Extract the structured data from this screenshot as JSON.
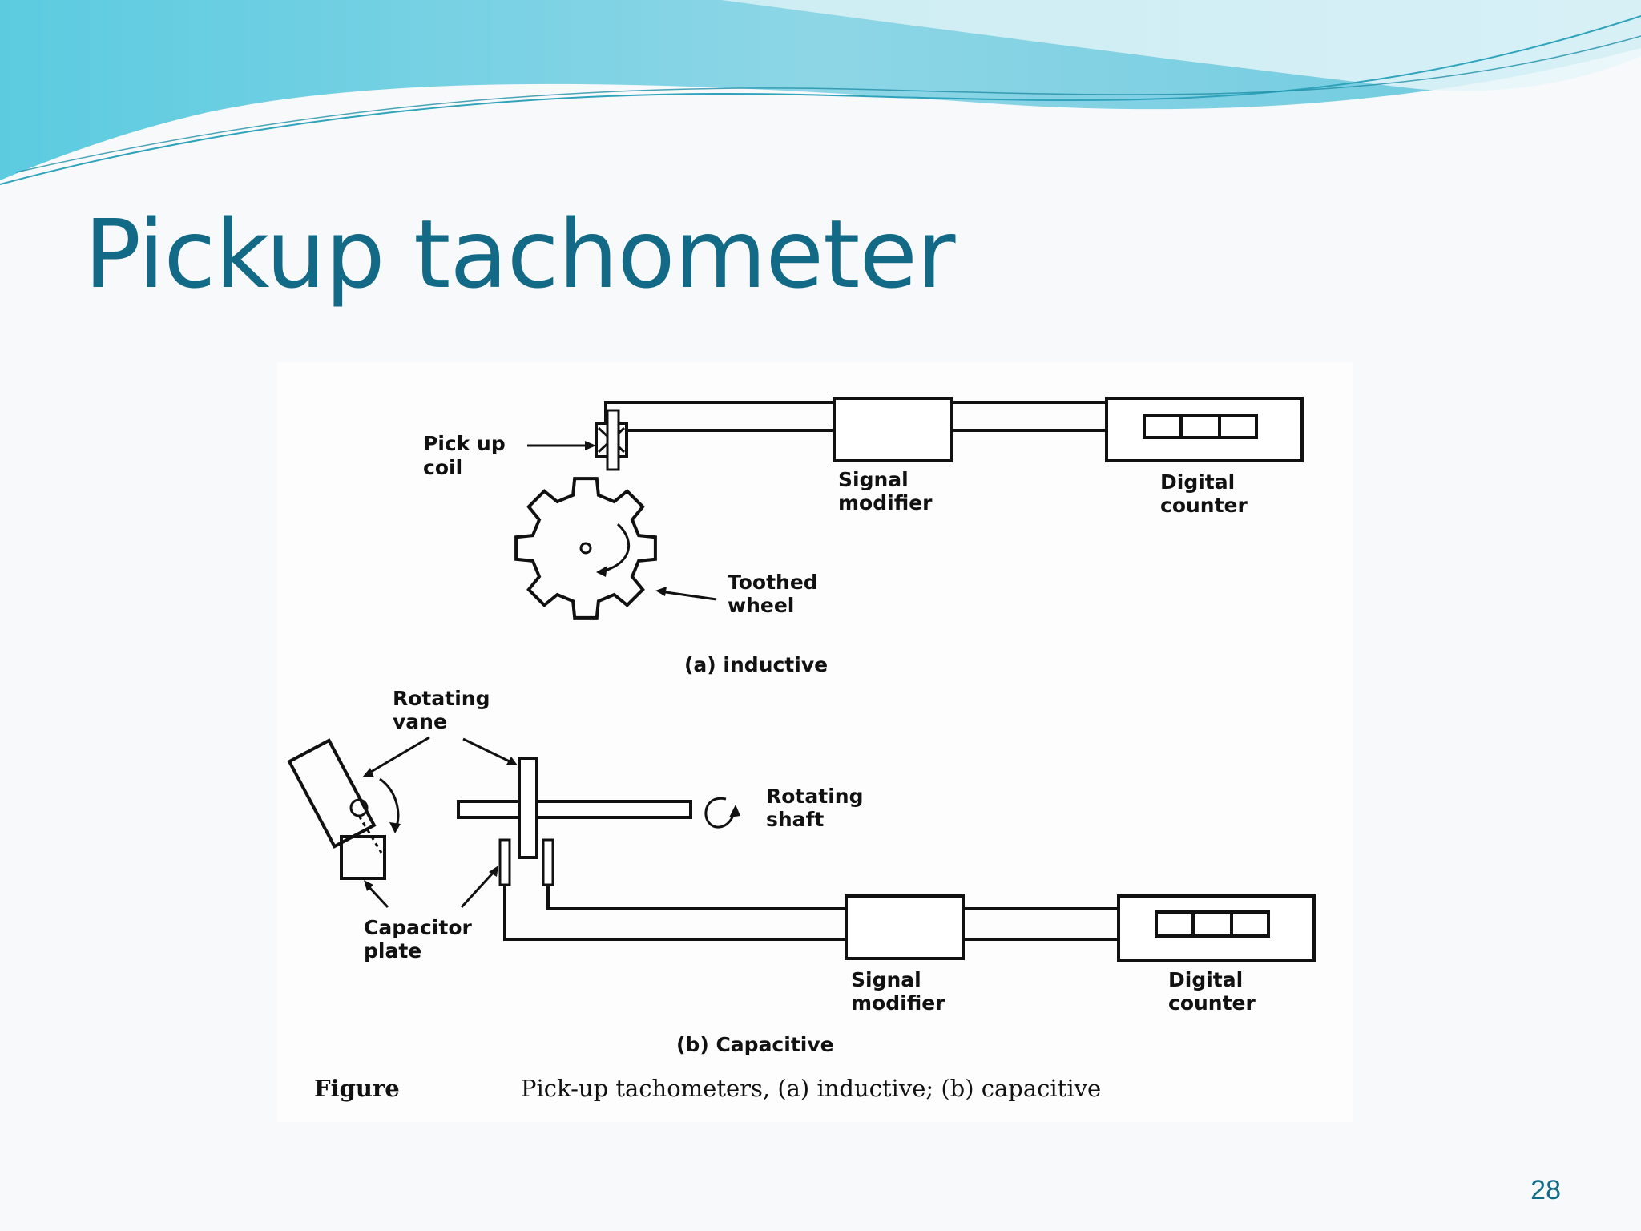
{
  "slide": {
    "title": "Pickup tachometer",
    "number": "28",
    "accent_color": "#136a86",
    "banner_colors": [
      "#6dd0e2",
      "#9fdbe6",
      "#2a9fb8"
    ]
  },
  "figure": {
    "inductive": {
      "pickup_coil_label": [
        "Pick up",
        "coil"
      ],
      "signal_modifier_label": [
        "Signal",
        "modifier"
      ],
      "digital_counter_label": [
        "Digital",
        "counter"
      ],
      "toothed_wheel_label": [
        "Toothed",
        "wheel"
      ],
      "caption": "(a) inductive"
    },
    "capacitive": {
      "rotating_vane_label": [
        "Rotating",
        "vane"
      ],
      "rotating_shaft_label": [
        "Rotating",
        "shaft"
      ],
      "capacitor_plate_label": [
        "Capacitor",
        "plate"
      ],
      "signal_modifier_label": [
        "Signal",
        "modifier"
      ],
      "digital_counter_label": [
        "Digital",
        "counter"
      ],
      "caption": "(b) Capacitive"
    },
    "figure_label": "Figure",
    "figure_caption": "Pick-up tachometers, (a) inductive; (b) capacitive"
  }
}
